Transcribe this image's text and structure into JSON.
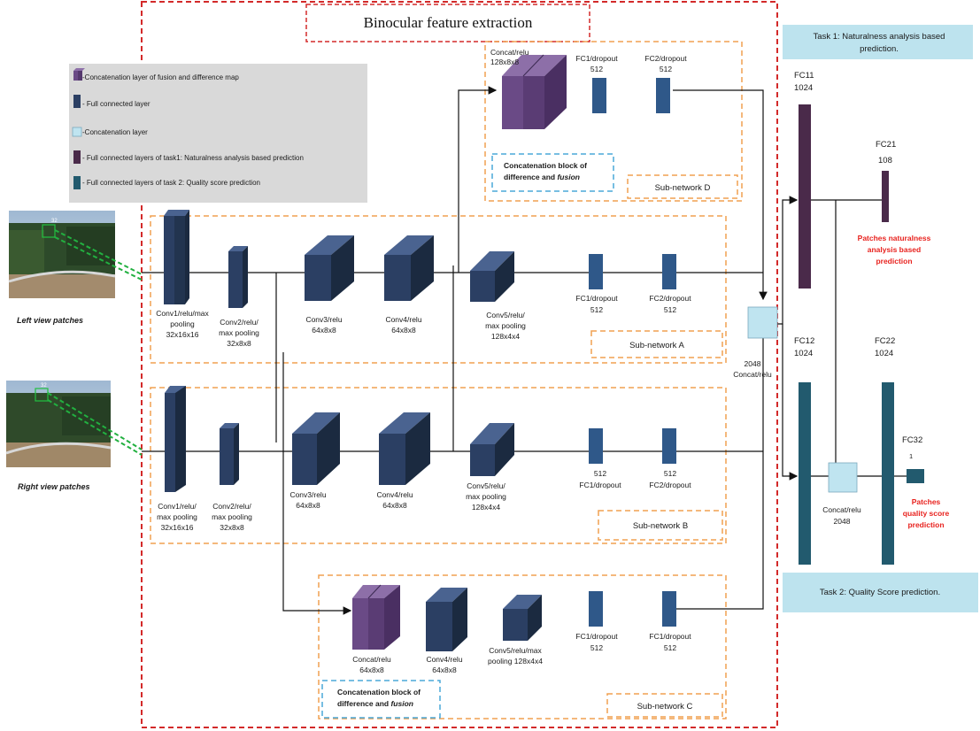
{
  "title": "Binocular feature extraction",
  "legend": [
    {
      "icon": "fusion-difference-concat-icon",
      "text": "-Concatenation layer of fusion and difference map"
    },
    {
      "icon": "full-connected-icon",
      "text": "- Full connected layer"
    },
    {
      "icon": "concat-layer-icon",
      "text": "-Concatenation layer"
    },
    {
      "icon": "task1-fc-icon",
      "text": "- Full connected layers of task1: Naturalness analysis based  prediction"
    },
    {
      "icon": "task2-fc-icon",
      "text": "- Full connected layers of task 2: Quality score prediction"
    }
  ],
  "left_view": {
    "label": "Left view patches",
    "patch_size": "32"
  },
  "right_view": {
    "label": "Right view patches",
    "patch_size": "32"
  },
  "subnet_a": {
    "name": "Sub-network A",
    "conv1": [
      "Conv1/relu/max",
      "pooling",
      "32x16x16"
    ],
    "conv2": [
      "Conv2/relu/",
      "max pooling",
      "32x8x8"
    ],
    "conv3": [
      "Conv3/relu",
      "64x8x8"
    ],
    "conv4": [
      "Conv4/relu",
      "64x8x8"
    ],
    "conv5": [
      "Conv5/relu/",
      "max pooling",
      "128x4x4"
    ],
    "fc1": [
      "FC1/dropout",
      "512"
    ],
    "fc2": [
      "FC2/dropout",
      "512"
    ]
  },
  "subnet_b": {
    "name": "Sub-network B",
    "conv1": [
      "Conv1/relu/",
      "max pooling",
      "32x16x16"
    ],
    "conv2": [
      "Conv2/relu/",
      "max pooling",
      "32x8x8"
    ],
    "conv3": [
      "Conv3/relu",
      "64x8x8"
    ],
    "conv4": [
      "Conv4/relu",
      "64x8x8"
    ],
    "conv5": [
      "Conv5/relu/",
      "max pooling",
      "128x4x4"
    ],
    "fc1": [
      "512",
      "FC1/dropout"
    ],
    "fc2": [
      "512",
      "FC2/dropout"
    ]
  },
  "subnet_c": {
    "name": "Sub-network C",
    "concat": [
      "Concat/relu",
      "64x8x8"
    ],
    "conv4": [
      "Conv4/relu",
      "64x8x8"
    ],
    "conv5": [
      "Conv5/relu/max",
      "pooling 128x4x4"
    ],
    "fc1": [
      "FC1/dropout",
      "512"
    ],
    "fc2": [
      "FC1/dropout",
      "512"
    ],
    "block": [
      "Concatenation block of",
      "difference and ",
      "fusion"
    ]
  },
  "subnet_d": {
    "name": "Sub-network D",
    "concat": [
      "Concat/relu",
      "128x8x8"
    ],
    "fc1": [
      "FC1/dropout",
      "512"
    ],
    "fc2": [
      "FC2/dropout",
      "512"
    ],
    "block": [
      "Concatenation block of",
      "difference and ",
      "fusion"
    ]
  },
  "concat_main": [
    "2048",
    "Concat/relu"
  ],
  "task1": {
    "title": [
      "Task 1: Naturalness analysis based",
      "prediction."
    ],
    "fc11": [
      "FC11",
      "1024"
    ],
    "fc21": [
      "FC21",
      "108"
    ],
    "output": [
      "Patches naturalness",
      "analysis based",
      "prediction"
    ]
  },
  "task2": {
    "title": "Task 2: Quality Score prediction.",
    "fc12": [
      "FC12",
      "1024"
    ],
    "fc22": [
      "FC22",
      "1024"
    ],
    "fc32": [
      "FC32",
      "1"
    ],
    "concat": [
      "Concat/relu",
      "2048"
    ],
    "output": [
      "Patches",
      "quality score",
      "prediction"
    ]
  },
  "colors": {
    "conv": "#2b3f63",
    "fc": "#2f5889",
    "concat_fusion": "#6a4a86",
    "concat_layer": "#bfe4f0",
    "task1_fc": "#4a2a4a",
    "task2_fc": "#225a6e",
    "task_box": "#bde3ee",
    "orange": "#f0a050",
    "red": "#d32a2a"
  }
}
